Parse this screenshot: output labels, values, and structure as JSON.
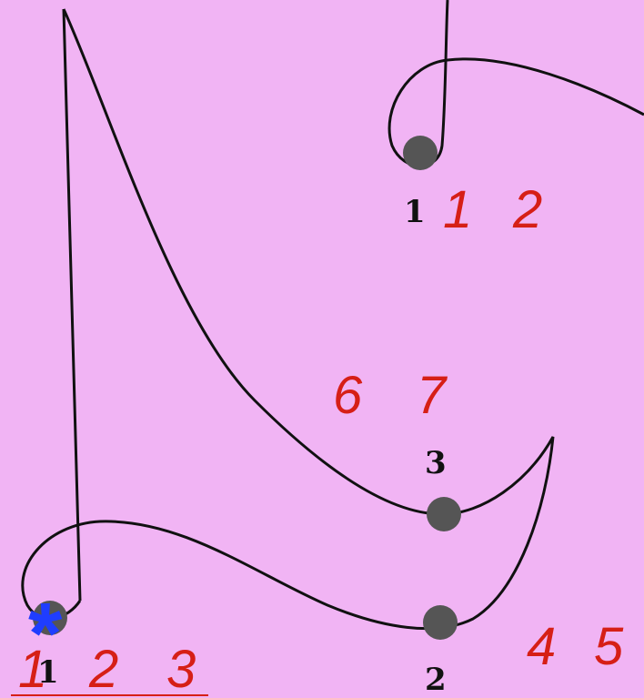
{
  "nodes": [
    {
      "id": "node-top",
      "label": "1"
    },
    {
      "id": "node-middle",
      "label": "3"
    },
    {
      "id": "node-bottom-left",
      "label": "1"
    },
    {
      "id": "node-bottom-right",
      "label": "2"
    }
  ],
  "annotations": {
    "top_first": "1",
    "top_second": "2",
    "middle_first": "6",
    "middle_second": "7",
    "bottom_left_first": "1",
    "bottom_left_second": "2",
    "bottom_left_third": "3",
    "bottom_right_first": "4",
    "bottom_right_second": "5"
  },
  "marker": {
    "symbol": "*",
    "color": "#1f3dff"
  },
  "colors": {
    "background": "#f1b4f4",
    "curve": "#111111",
    "node": "#555555",
    "annotation": "#d61f16",
    "underline": "#d61f16"
  }
}
